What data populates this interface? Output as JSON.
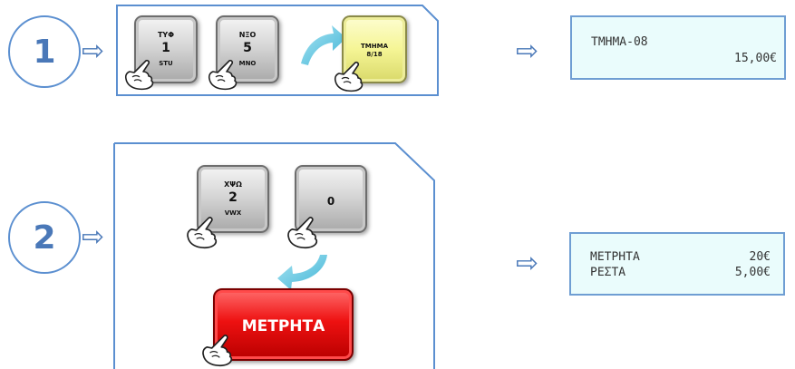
{
  "steps": [
    {
      "number": "1",
      "keys": [
        {
          "top": "ΤΥΦ",
          "main": "1",
          "bottom": "STU"
        },
        {
          "top": "ΝΞΟ",
          "main": "5",
          "bottom": "MNO"
        },
        {
          "top": "ΤΜΗΜΑ",
          "main": "8/18",
          "bottom": ""
        }
      ],
      "display": [
        {
          "left": "ΤΜΗΜΑ-08",
          "right": ""
        },
        {
          "left": "",
          "right": "15,00€"
        }
      ]
    },
    {
      "number": "2",
      "keys": [
        {
          "top": "ΧΨΩ",
          "main": "2",
          "bottom": "VWX"
        },
        {
          "top": "",
          "main": "0",
          "bottom": ""
        },
        {
          "top": "",
          "main": "ΜΕΤΡΗΤΑ",
          "bottom": ""
        }
      ],
      "display": [
        {
          "left": "ΜΕΤΡΗΤΑ",
          "right": "20€"
        },
        {
          "left": "ΡΕΣΤΑ",
          "right": "5,00€"
        }
      ]
    }
  ],
  "arrow_glyph": "⇨",
  "colors": {
    "frame": "#5b8fd0",
    "display_bg": "#eafcfc",
    "key_gray": "#c9c9c9",
    "key_yellow": "#f5f595",
    "key_red": "#ee1111",
    "curved_arrow": "#5fc8e0"
  }
}
